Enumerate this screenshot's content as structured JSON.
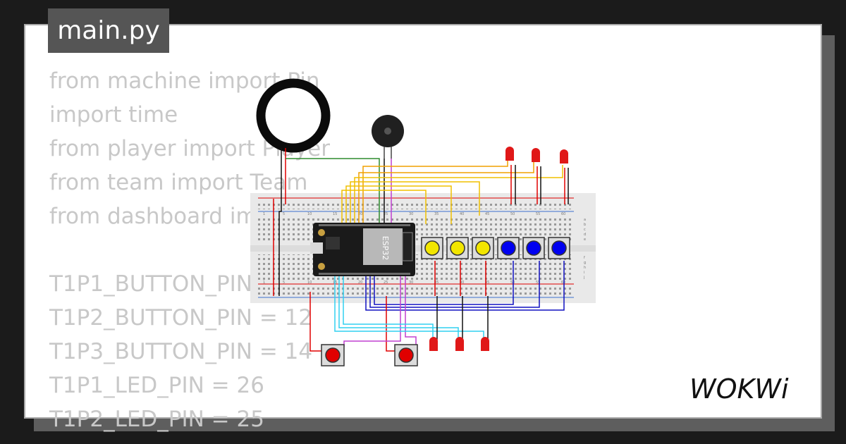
{
  "file_tab": {
    "name": "main.py"
  },
  "code_lines": [
    "from machine import Pin",
    "import time",
    "from player import Player",
    "from team import Team",
    "from dashboard import Dashboard",
    "",
    "T1P1_BUTTON_PIN = 13",
    "T1P2_BUTTON_PIN = 12",
    "T1P3_BUTTON_PIN = 14",
    "T1P1_LED_PIN = 26",
    "T1P2_LED_PIN = 25"
  ],
  "esp32": {
    "label": "ESP32"
  },
  "breadboard": {
    "column_numbers": [
      "1",
      "5",
      "10",
      "15",
      "20",
      "25",
      "30",
      "35",
      "40",
      "45",
      "50",
      "55",
      "60"
    ],
    "row_letters_top": [
      "a",
      "b",
      "c",
      "d",
      "e"
    ],
    "row_letters_bottom": [
      "f",
      "g",
      "h",
      "i",
      "j"
    ]
  },
  "buttons": [
    {
      "color": "#f2e600"
    },
    {
      "color": "#f2e600"
    },
    {
      "color": "#f2e600"
    },
    {
      "color": "#0000f0"
    },
    {
      "color": "#0000f0"
    },
    {
      "color": "#0000f0"
    }
  ],
  "brand": {
    "name": "WOKWi"
  },
  "colors": {
    "background": "#1b1b1b",
    "card": "#ffffff",
    "tab": "#555555",
    "code_text": "#c8c8c8",
    "wire_red": "#e00000",
    "wire_black": "#111111",
    "wire_green": "#2e8b2e",
    "wire_yellow": "#f0c000",
    "wire_orange": "#f0a000",
    "wire_blue": "#1010c0",
    "wire_cyan": "#30d0f0",
    "wire_purple": "#c040d0",
    "led_red": "#e01818"
  }
}
